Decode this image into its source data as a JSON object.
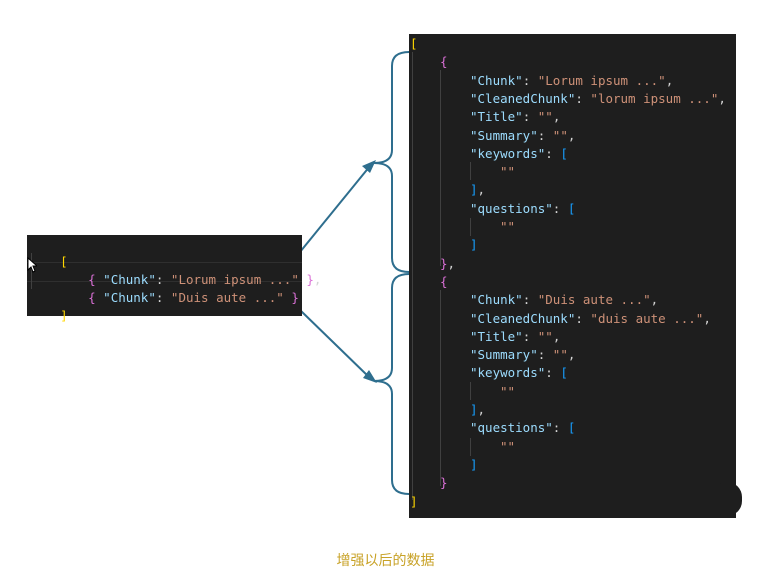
{
  "caption": "增强以后的数据",
  "colors": {
    "key": "#9cdcfe",
    "string": "#ce9178",
    "punct": "#d4d4d4",
    "bracket_level1": "#ffd700",
    "bracket_level2": "#da70d6",
    "bracket_level3": "#179fff",
    "arrow": "#2e6e8e",
    "caption": "#c8a227"
  },
  "input_json": {
    "open": "[",
    "close": "]",
    "items": [
      {
        "open": "{",
        "key": "\"Chunk\"",
        "colon": ": ",
        "value": "\"Lorum ipsum ...\"",
        "close": "}",
        "trail": ","
      },
      {
        "open": "{",
        "key": "\"Chunk\"",
        "colon": ": ",
        "value": "\"Duis aute ...\"",
        "close": "}",
        "trail": ""
      }
    ]
  },
  "output_json": {
    "open": "[",
    "close": "]",
    "objects": [
      {
        "open": "{",
        "close": "},",
        "fields": [
          {
            "key": "\"Chunk\"",
            "value": "\"Lorum ipsum ...\"",
            "trail": ","
          },
          {
            "key": "\"CleanedChunk\"",
            "value": "\"lorum ipsum ...\"",
            "trail": ","
          },
          {
            "key": "\"Title\"",
            "value": "\"\"",
            "trail": ","
          },
          {
            "key": "\"Summary\"",
            "value": "\"\"",
            "trail": ","
          }
        ],
        "arrays": [
          {
            "key": "\"keywords\"",
            "open": "[",
            "item": "\"\"",
            "close": "],"
          },
          {
            "key": "\"questions\"",
            "open": "[",
            "item": "\"\"",
            "close": "]"
          }
        ]
      },
      {
        "open": "{",
        "close": "}",
        "fields": [
          {
            "key": "\"Chunk\"",
            "value": "\"Duis aute ...\"",
            "trail": ","
          },
          {
            "key": "\"CleanedChunk\"",
            "value": "\"duis aute ...\"",
            "trail": ","
          },
          {
            "key": "\"Title\"",
            "value": "\"\"",
            "trail": ","
          },
          {
            "key": "\"Summary\"",
            "value": "\"\"",
            "trail": ","
          }
        ],
        "arrays": [
          {
            "key": "\"keywords\"",
            "open": "[",
            "item": "\"\"",
            "close": "],"
          },
          {
            "key": "\"questions\"",
            "open": "[",
            "item": "\"\"",
            "close": "]"
          }
        ]
      }
    ]
  }
}
